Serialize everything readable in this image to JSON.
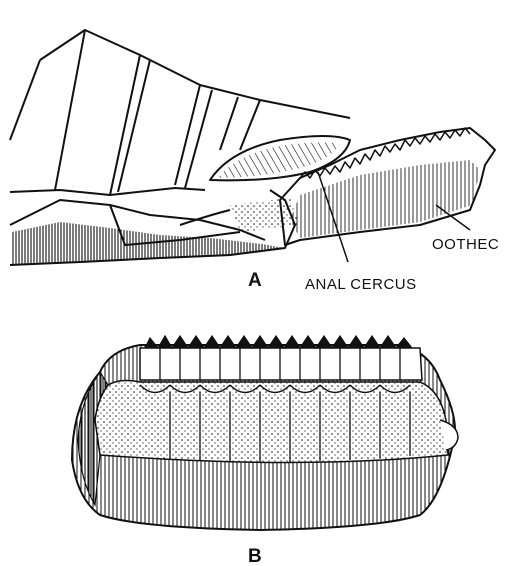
{
  "figure": {
    "panels": [
      {
        "id": "A",
        "letter": "A"
      },
      {
        "id": "B",
        "letter": "B"
      }
    ],
    "labels": {
      "ootheca": "OOTHEC",
      "anal_cercus": "ANAL CERCUS"
    },
    "colors": {
      "ink": "#111111",
      "paper": "#ffffff"
    }
  }
}
